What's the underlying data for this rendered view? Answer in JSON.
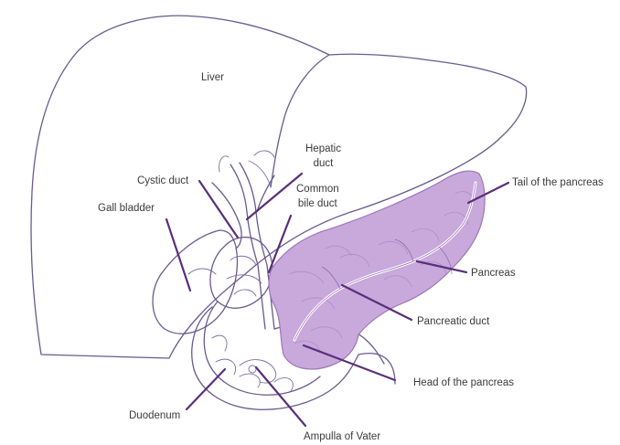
{
  "diagram": {
    "labels": {
      "liver": "Liver",
      "hepatic_duct_1": "Hepatic",
      "hepatic_duct_2": "duct",
      "cystic_duct": "Cystic duct",
      "common_bile_duct_1": "Common",
      "common_bile_duct_2": "bile duct",
      "gall_bladder": "Gall bladder",
      "tail_of_pancreas": "Tail of the pancreas",
      "pancreas": "Pancreas",
      "pancreatic_duct": "Pancreatic duct",
      "head_of_pancreas": "Head of the pancreas",
      "duodenum": "Duodenum",
      "ampulla_of_vater": "Ampulla of Vater"
    },
    "colors": {
      "pancreas_fill": "#c9a8dc",
      "leader_lines": "#5a2f7a",
      "organ_outline": "#6a5a8e"
    }
  }
}
